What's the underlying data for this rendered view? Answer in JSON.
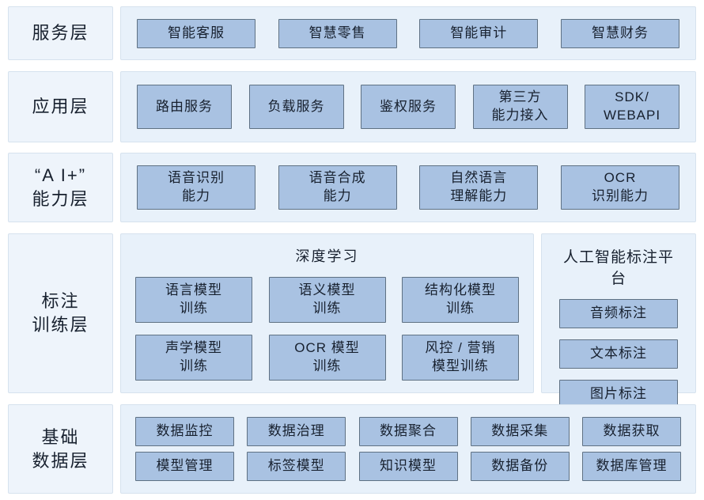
{
  "colors": {
    "page_bg": "#ffffff",
    "panel_bg": "#e8f1fa",
    "panel_border": "#d6e2ee",
    "label_bg": "#eef4fb",
    "box_bg": "#a9c2e2",
    "box_border": "#5f7183",
    "text": "#17202e"
  },
  "layers": {
    "service": {
      "label": "服务层",
      "boxes": [
        "智能客服",
        "智慧零售",
        "智能审计",
        "智慧财务"
      ]
    },
    "application": {
      "label": "应用层",
      "boxes": [
        "路由服务",
        "负载服务",
        "鉴权服务",
        "第三方\n能力接入",
        "SDK/\nWEBAPI"
      ]
    },
    "ai_capability": {
      "label": "“A I+”\n能力层",
      "boxes": [
        "语音识别\n能力",
        "语音合成\n能力",
        "自然语言\n理解能力",
        "OCR\n识别能力"
      ]
    },
    "annotation_training": {
      "label": "标注\n训练层",
      "deep_learning": {
        "title": "深度学习",
        "boxes": [
          "语言模型\n训练",
          "语义模型\n训练",
          "结构化模型\n训练",
          "声学模型\n训练",
          "OCR 模型\n训练",
          "风控 / 营销\n模型训练"
        ]
      },
      "annotation_platform": {
        "title": "人工智能标注平台",
        "boxes": [
          "音频标注",
          "文本标注",
          "图片标注"
        ]
      }
    },
    "base_data": {
      "label": "基础\n数据层",
      "rows": [
        [
          "数据监控",
          "数据治理",
          "数据聚合",
          "数据采集",
          "数据获取"
        ],
        [
          "模型管理",
          "标签模型",
          "知识模型",
          "数据备份",
          "数据库管理"
        ]
      ]
    }
  }
}
